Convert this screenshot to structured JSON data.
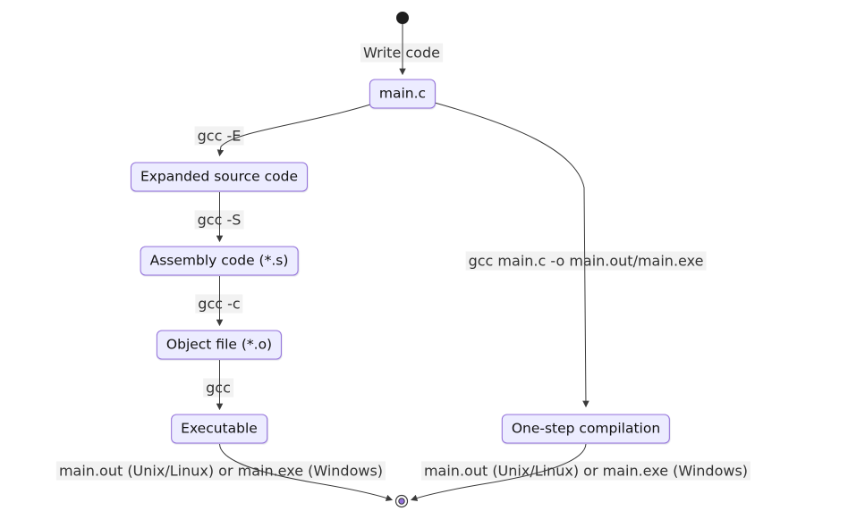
{
  "theme": {
    "node_fill": "#ECECFF",
    "node_border": "#9370DB",
    "node_text": "#131313",
    "edge_color": "#3a3a3a",
    "label_text": "#333333",
    "label_bg": "rgba(232,232,232,0.55)",
    "start_fill": "#1f1f1f",
    "end_inner_fill": "#9370DB"
  },
  "nodes": {
    "main_c": {
      "label": "main.c"
    },
    "expanded": {
      "label": "Expanded source code"
    },
    "assembly": {
      "label": "Assembly code (*.s)"
    },
    "object": {
      "label": "Object file (*.o)"
    },
    "executable": {
      "label": "Executable"
    },
    "onestep": {
      "label": "One-step compilation"
    }
  },
  "edge_labels": {
    "write_code": "Write code",
    "gcc_e": "gcc -E",
    "gcc_s": "gcc -S",
    "gcc_c": "gcc -c",
    "gcc": "gcc",
    "onestep_cmd": "gcc main.c -o main.out/main.exe",
    "left_output": "main.out (Unix/Linux) or main.exe (Windows)",
    "right_output": "main.out (Unix/Linux) or main.exe (Windows)"
  }
}
